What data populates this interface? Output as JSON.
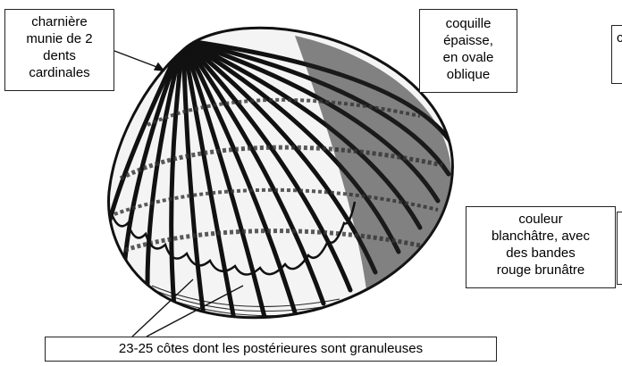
{
  "labels": {
    "hinge": [
      "charnière",
      "munie de 2",
      "dents",
      "cardinales"
    ],
    "shape": [
      "coquille",
      "épaisse,",
      "en ovale",
      "oblique"
    ],
    "color": [
      "couleur",
      "blanchâtre, avec",
      "des bandes",
      "rouge brunâtre"
    ],
    "ribs": "23-25 côtes dont les postérieures sont granuleuses",
    "edge_fragment": "c"
  },
  "colors": {
    "ink": "#111111",
    "paper": "#ffffff",
    "box_border": "#222222"
  },
  "illustration": "cockle-shell-engraving"
}
